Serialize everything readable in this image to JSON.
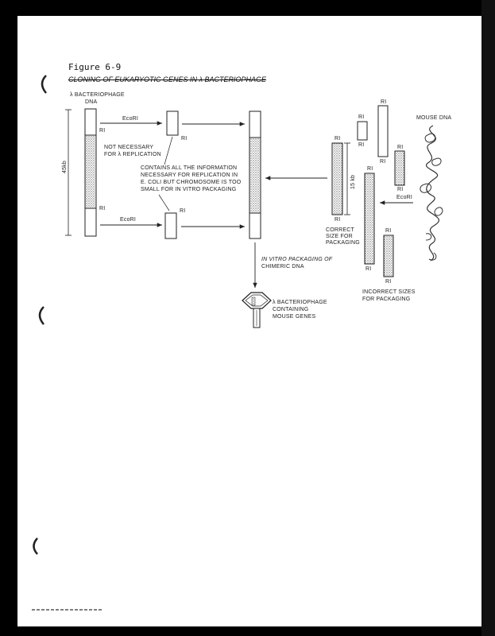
{
  "figure": {
    "title": "Figure 6-9",
    "subtitle": "CLONING OF EUKARYOTIC GENES IN λ BACTERIOPHAGE",
    "labels": {
      "lambda_dna": "λ BACTERIOPHAGE",
      "lambda_dna_2": "DNA",
      "ecori_top": "EcoRI",
      "ecori_bottom": "EcoRI",
      "ecori_right": "EcoRI",
      "ri": "RI",
      "not_necessary_1": "NOT NECESSARY",
      "not_necessary_2": "FOR λ REPLICATION",
      "contains_1": "CONTAINS ALL THE INFORMATION",
      "contains_2": "NECESSARY FOR REPLICATION IN",
      "contains_3": "E. COLI BUT CHROMOSOME IS TOO",
      "contains_4": "SMALL FOR IN VITRO PACKAGING",
      "size_45kb": "45kb",
      "size_15kb": "15 kb",
      "mouse_dna": "MOUSE DNA",
      "correct_1": "CORRECT",
      "correct_2": "SIZE FOR",
      "correct_3": "PACKAGING",
      "incorrect_1": "INCORRECT SIZES",
      "incorrect_2": "FOR PACKAGING",
      "invitro_1": "IN VITRO PACKAGING OF",
      "invitro_2": "CHIMERIC DNA",
      "phage_1": "λ BACTERIOPHAGE",
      "phage_2": "CONTAINING",
      "phage_3": "MOUSE GENES"
    }
  },
  "colors": {
    "background": "#000000",
    "paper": "#ffffff",
    "ink": "#222222",
    "stipple": "#777777"
  }
}
